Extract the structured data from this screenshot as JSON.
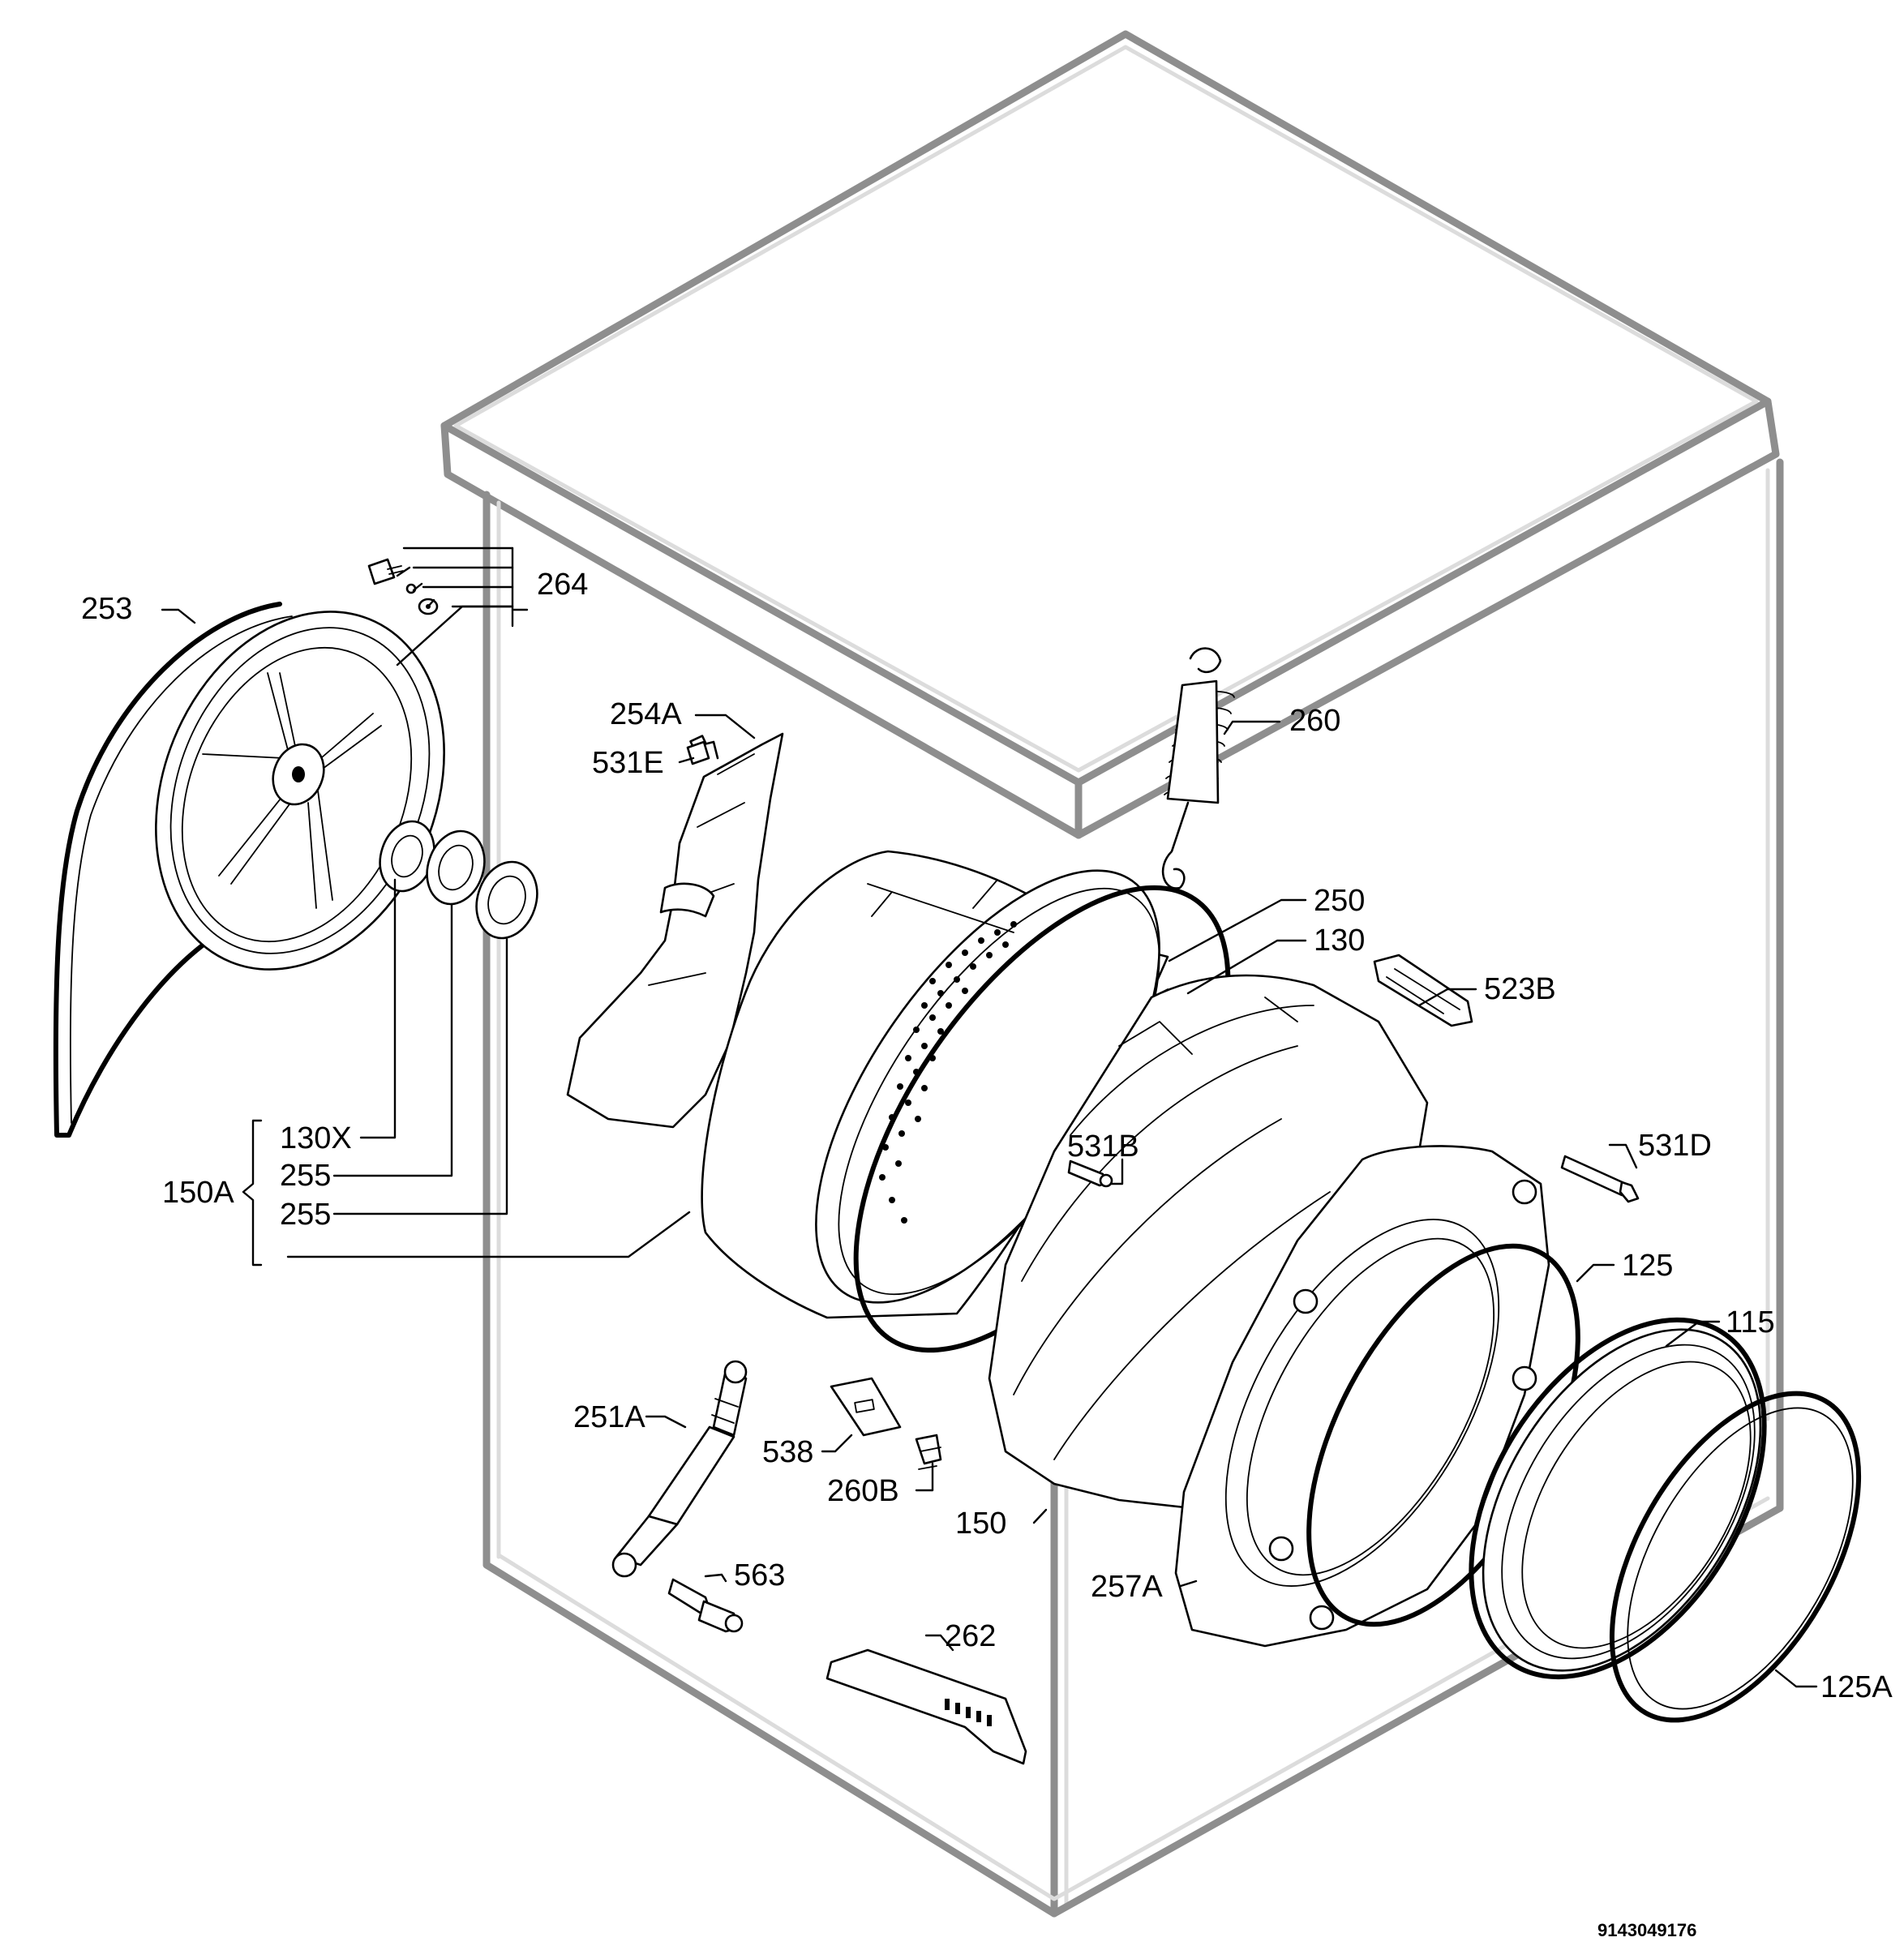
{
  "diagram": {
    "labels": {
      "p253": "253",
      "p264": "264",
      "p254A": "254A",
      "p531E": "531E",
      "p260": "260",
      "p250": "250",
      "p130": "130",
      "p523B": "523B",
      "p130X": "130X",
      "p150A": "150A",
      "p255a": "255",
      "p255b": "255",
      "p531B": "531B",
      "p531D": "531D",
      "p125": "125",
      "p115": "115",
      "p251A": "251A",
      "p538": "538",
      "p260B": "260B",
      "p150": "150",
      "p257A": "257A",
      "p563": "563",
      "p262": "262",
      "p125A": "125A"
    },
    "document_number": "9143049176"
  }
}
